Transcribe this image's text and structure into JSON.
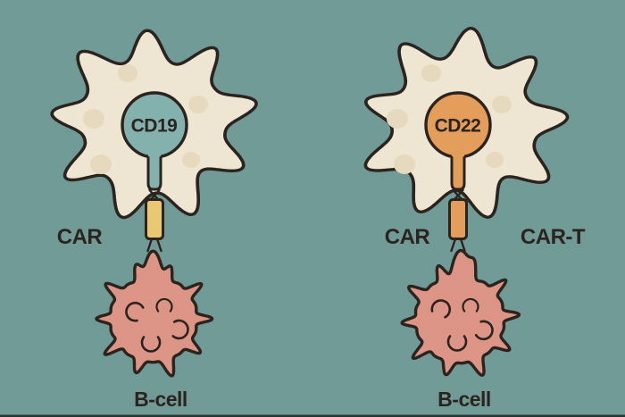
{
  "panels": {
    "left": {
      "receptor_label": "CD19",
      "car_label": "CAR",
      "bcell_label": "B-cell"
    },
    "right": {
      "receptor_label": "CD22",
      "car_label": "CAR",
      "cart_label": "CAR-T",
      "bcell_label": "B-cell"
    }
  },
  "colors": {
    "background": "#6f9a96",
    "cell_body": "#f0e7d3",
    "cell_spot": "#e7dabe",
    "cd19_accent": "#82b1ae",
    "cd22_accent": "#e59d58",
    "car_connector": "#eac96f",
    "b_cell": "#dd9484",
    "outline_ink": "#271f1a",
    "bottom_edge": "#2b3633"
  }
}
